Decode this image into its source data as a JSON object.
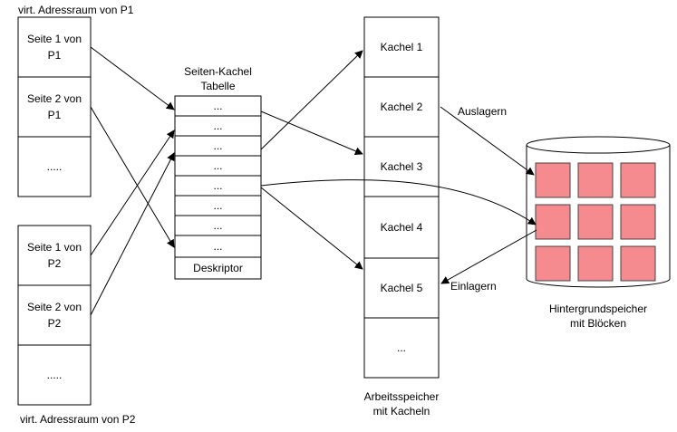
{
  "process1": {
    "title": "virt. Adressraum von P1",
    "pages": [
      "Seite 1 von\nP1",
      "Seite 2 von\nP1",
      "....."
    ]
  },
  "process2": {
    "title": "virt. Adressraum von P2",
    "pages": [
      "Seite 1 von\nP2",
      "Seite 2 von\nP2",
      "....."
    ]
  },
  "page_table": {
    "title": "Seiten-Kachel\nTabelle",
    "rows": [
      "...",
      "...",
      "...",
      "...",
      "...",
      "...",
      "...",
      "...",
      "Deskriptor"
    ]
  },
  "main_memory": {
    "caption": "Arbeitsspeicher\nmit Kacheln",
    "frames": [
      "Kachel 1",
      "Kachel 2",
      "Kachel 3",
      "Kachel 4",
      "Kachel 5",
      "..."
    ]
  },
  "background_storage": {
    "caption": "Hintergrundspeicher\nmit Blöcken",
    "block_count": 9,
    "block_color": "#f58a8f",
    "block_border": "#444444"
  },
  "arrow_labels": {
    "swap_out": "Auslagern",
    "swap_in": "Einlagern"
  }
}
